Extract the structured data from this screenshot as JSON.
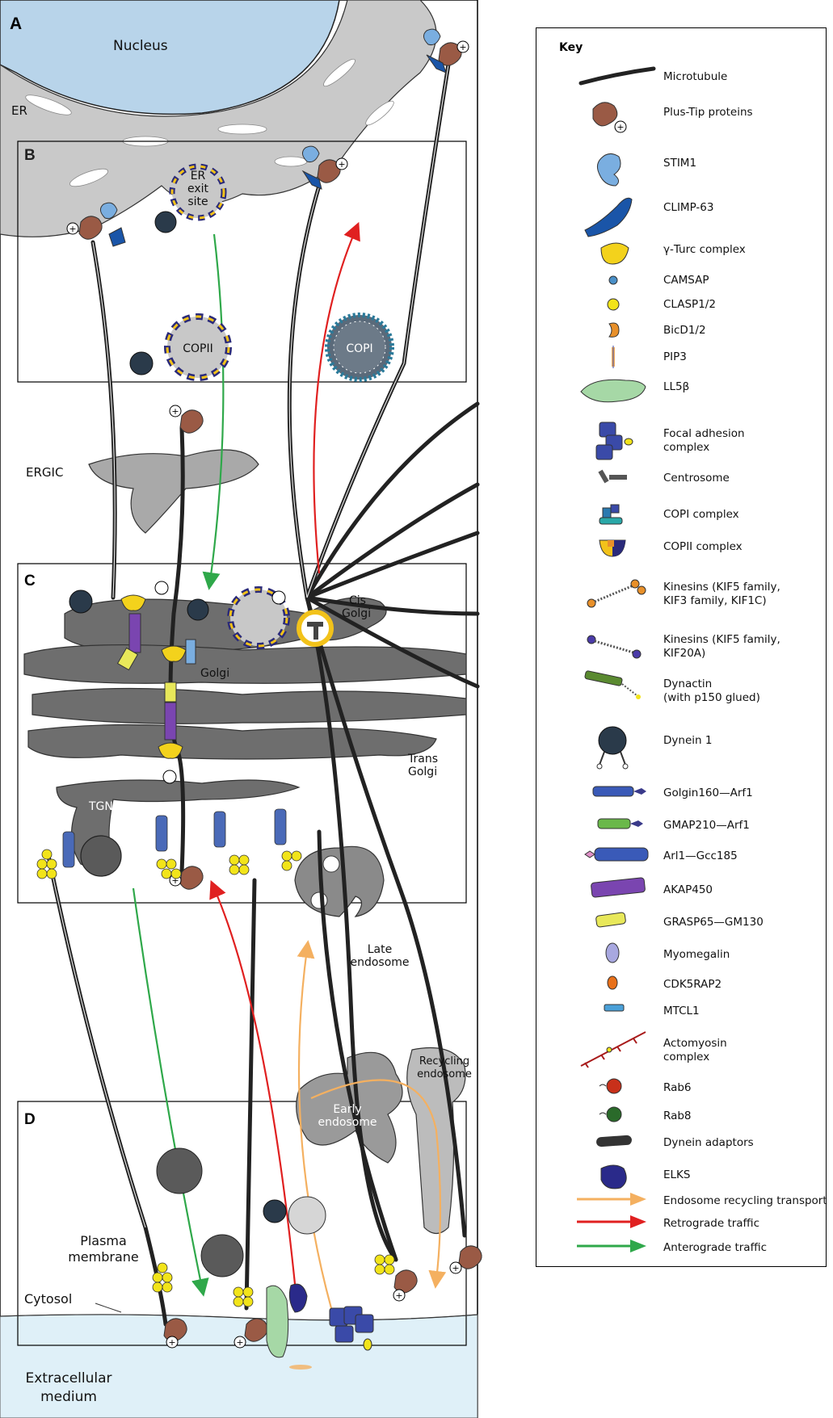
{
  "panels": {
    "a": "A",
    "b": "B",
    "c": "C",
    "d": "D"
  },
  "labels": {
    "nucleus": "Nucleus",
    "er": "ER",
    "er_exit_1": "ER",
    "er_exit_2": "exit",
    "er_exit_3": "site",
    "copii": "COPII",
    "copi": "COPI",
    "ergic": "ERGIC",
    "cis_golgi_1": "Cis",
    "cis_golgi_2": "Golgi",
    "golgi": "Golgi",
    "trans_golgi_1": "Trans",
    "trans_golgi_2": "Golgi",
    "tgn": "TGN",
    "late_endosome_1": "Late",
    "late_endosome_2": "endosome",
    "recycling_endosome_1": "Recycling",
    "recycling_endosome_2": "endosome",
    "early_endosome_1": "Early",
    "early_endosome_2": "endosome",
    "plasma_membrane_1": "Plasma",
    "plasma_membrane_2": "membrane",
    "cytosol": "Cytosol",
    "extracellular_1": "Extracellular",
    "extracellular_2": "medium"
  },
  "key": {
    "title": "Key",
    "items": [
      {
        "label": "Microtubule",
        "icon": "microtubule-icon"
      },
      {
        "label": "Plus-Tip proteins",
        "icon": "plus-tip-icon"
      },
      {
        "label": "STIM1",
        "icon": "stim1-icon"
      },
      {
        "label": "CLIMP-63",
        "icon": "climp63-icon"
      },
      {
        "label": "γ-Turc complex",
        "icon": "gamma-turc-icon"
      },
      {
        "label": "CAMSAP",
        "icon": "camsap-icon"
      },
      {
        "label": "CLASP1/2",
        "icon": "clasp-icon"
      },
      {
        "label": "BicD1/2",
        "icon": "bicd-icon"
      },
      {
        "label": "PIP3",
        "icon": "pip3-icon"
      },
      {
        "label": "LL5β",
        "icon": "ll5b-icon"
      },
      {
        "label": "Focal adhesion\ncomplex",
        "icon": "focal-adhesion-icon"
      },
      {
        "label": "Centrosome",
        "icon": "centrosome-icon"
      },
      {
        "label": "COPI complex",
        "icon": "copi-complex-icon"
      },
      {
        "label": "COPII complex",
        "icon": "copii-complex-icon"
      },
      {
        "label": "Kinesins (KIF5 family,\nKIF3 family, KIF1C)",
        "icon": "kinesin-orange-icon"
      },
      {
        "label": "Kinesins (KIF5 family,\nKIF20A)",
        "icon": "kinesin-purple-icon"
      },
      {
        "label": "Dynactin\n(with p150 glued)",
        "icon": "dynactin-icon"
      },
      {
        "label": "Dynein 1",
        "icon": "dynein-icon"
      },
      {
        "label": "Golgin160—Arf1",
        "icon": "golgin160-icon"
      },
      {
        "label": "GMAP210—Arf1",
        "icon": "gmap210-icon"
      },
      {
        "label": "Arl1—Gcc185",
        "icon": "arl1-icon"
      },
      {
        "label": "AKAP450",
        "icon": "akap450-icon"
      },
      {
        "label": "GRASP65—GM130",
        "icon": "grasp65-icon"
      },
      {
        "label": "Myomegalin",
        "icon": "myomegalin-icon"
      },
      {
        "label": "CDK5RAP2",
        "icon": "cdk5rap2-icon"
      },
      {
        "label": "MTCL1",
        "icon": "mtcl1-icon"
      },
      {
        "label": "Actomyosin\ncomplex",
        "icon": "actomyosin-icon"
      },
      {
        "label": "Rab6",
        "icon": "rab6-icon"
      },
      {
        "label": "Rab8",
        "icon": "rab8-icon"
      },
      {
        "label": "Dynein adaptors",
        "icon": "dynein-adaptor-icon"
      },
      {
        "label": "ELKS",
        "icon": "elks-icon"
      },
      {
        "label": "Endosome recycling transport",
        "icon": "orange-arrow-icon"
      },
      {
        "label": "Retrograde traffic",
        "icon": "red-arrow-icon"
      },
      {
        "label": "Anterograde traffic",
        "icon": "green-arrow-icon"
      }
    ]
  },
  "colors": {
    "nucleus": "#b8d4ea",
    "er": "#c9c9c9",
    "golgi": "#6e6e6e",
    "extracellular": "#dff0f8",
    "retrograde": "#e02020",
    "anterograde": "#2fa84a",
    "recycling": "#f4b060",
    "plus_tip": "#9a5a45",
    "stim1": "#7aaee0",
    "climp": "#1a55a8",
    "clasp": "#f2e41a",
    "gamma_turc": "#f3d21c",
    "akap": "#7a45b0",
    "ll5b": "#a6d8a6",
    "elks": "#2a2a8a"
  }
}
